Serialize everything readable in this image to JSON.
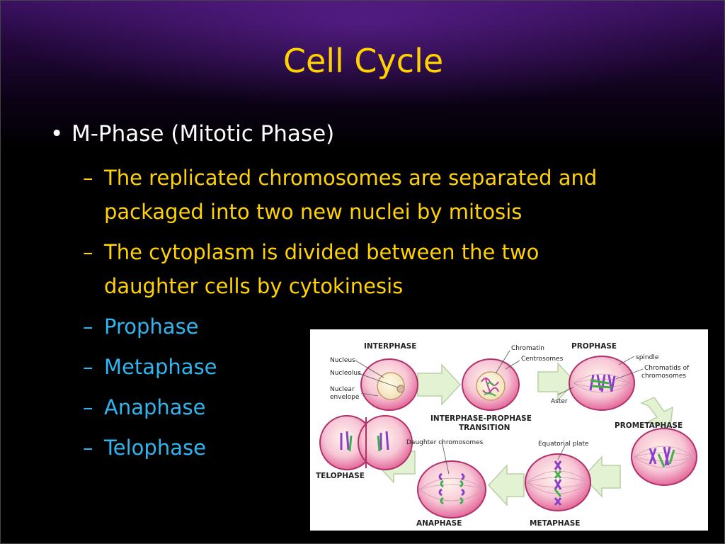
{
  "slide": {
    "title": "Cell Cycle",
    "level1": {
      "bullet": "•",
      "text": "M-Phase (Mitotic Phase)"
    },
    "level2": [
      {
        "dash": "–",
        "line1": "The replicated chromosomes are separated and",
        "line2": "packaged into two new nuclei by mitosis"
      },
      {
        "dash": "–",
        "line1": "The cytoplasm is divided between the two",
        "line2": "daughter cells by cytokinesis"
      },
      {
        "dash": "–",
        "line1": "Prophase"
      },
      {
        "dash": "–",
        "line1": "Metaphase"
      },
      {
        "dash": "–",
        "line1": "Anaphase"
      },
      {
        "dash": "–",
        "line1": "Telophase"
      }
    ]
  },
  "diagram": {
    "stages": {
      "interphase": "INTERPHASE",
      "transition_line1": "INTERPHASE-PROPHASE",
      "transition_line2": "TRANSITION",
      "prophase": "PROPHASE",
      "prometaphase": "PROMETAPHASE",
      "metaphase": "METAPHASE",
      "anaphase": "ANAPHASE",
      "telophase": "TELOPHASE"
    },
    "labels": {
      "nucleus": "Nucleus",
      "nucleolus": "Nucleolus",
      "nuclear_line1": "Nuclear",
      "nuclear_line2": "envelope",
      "chromatin": "Chromatin",
      "centrosomes": "Centrosomes",
      "aster": "Aster",
      "spindle": "spindle",
      "chromatids_line1": "Chromatids of",
      "chromatids_line2": "chromosomes",
      "daughter": "Daughter chromosomes",
      "equatorial": "Equatorial plate"
    }
  },
  "colors": {
    "title": "#ffd200",
    "level1_text": "#ffffff",
    "level2_text": "#ffd200",
    "phase_text": "#2fb5ef",
    "cell_fill": "#f08fb4",
    "cell_edge": "#b0306a",
    "arrow_fill": "#e4f2d4"
  }
}
